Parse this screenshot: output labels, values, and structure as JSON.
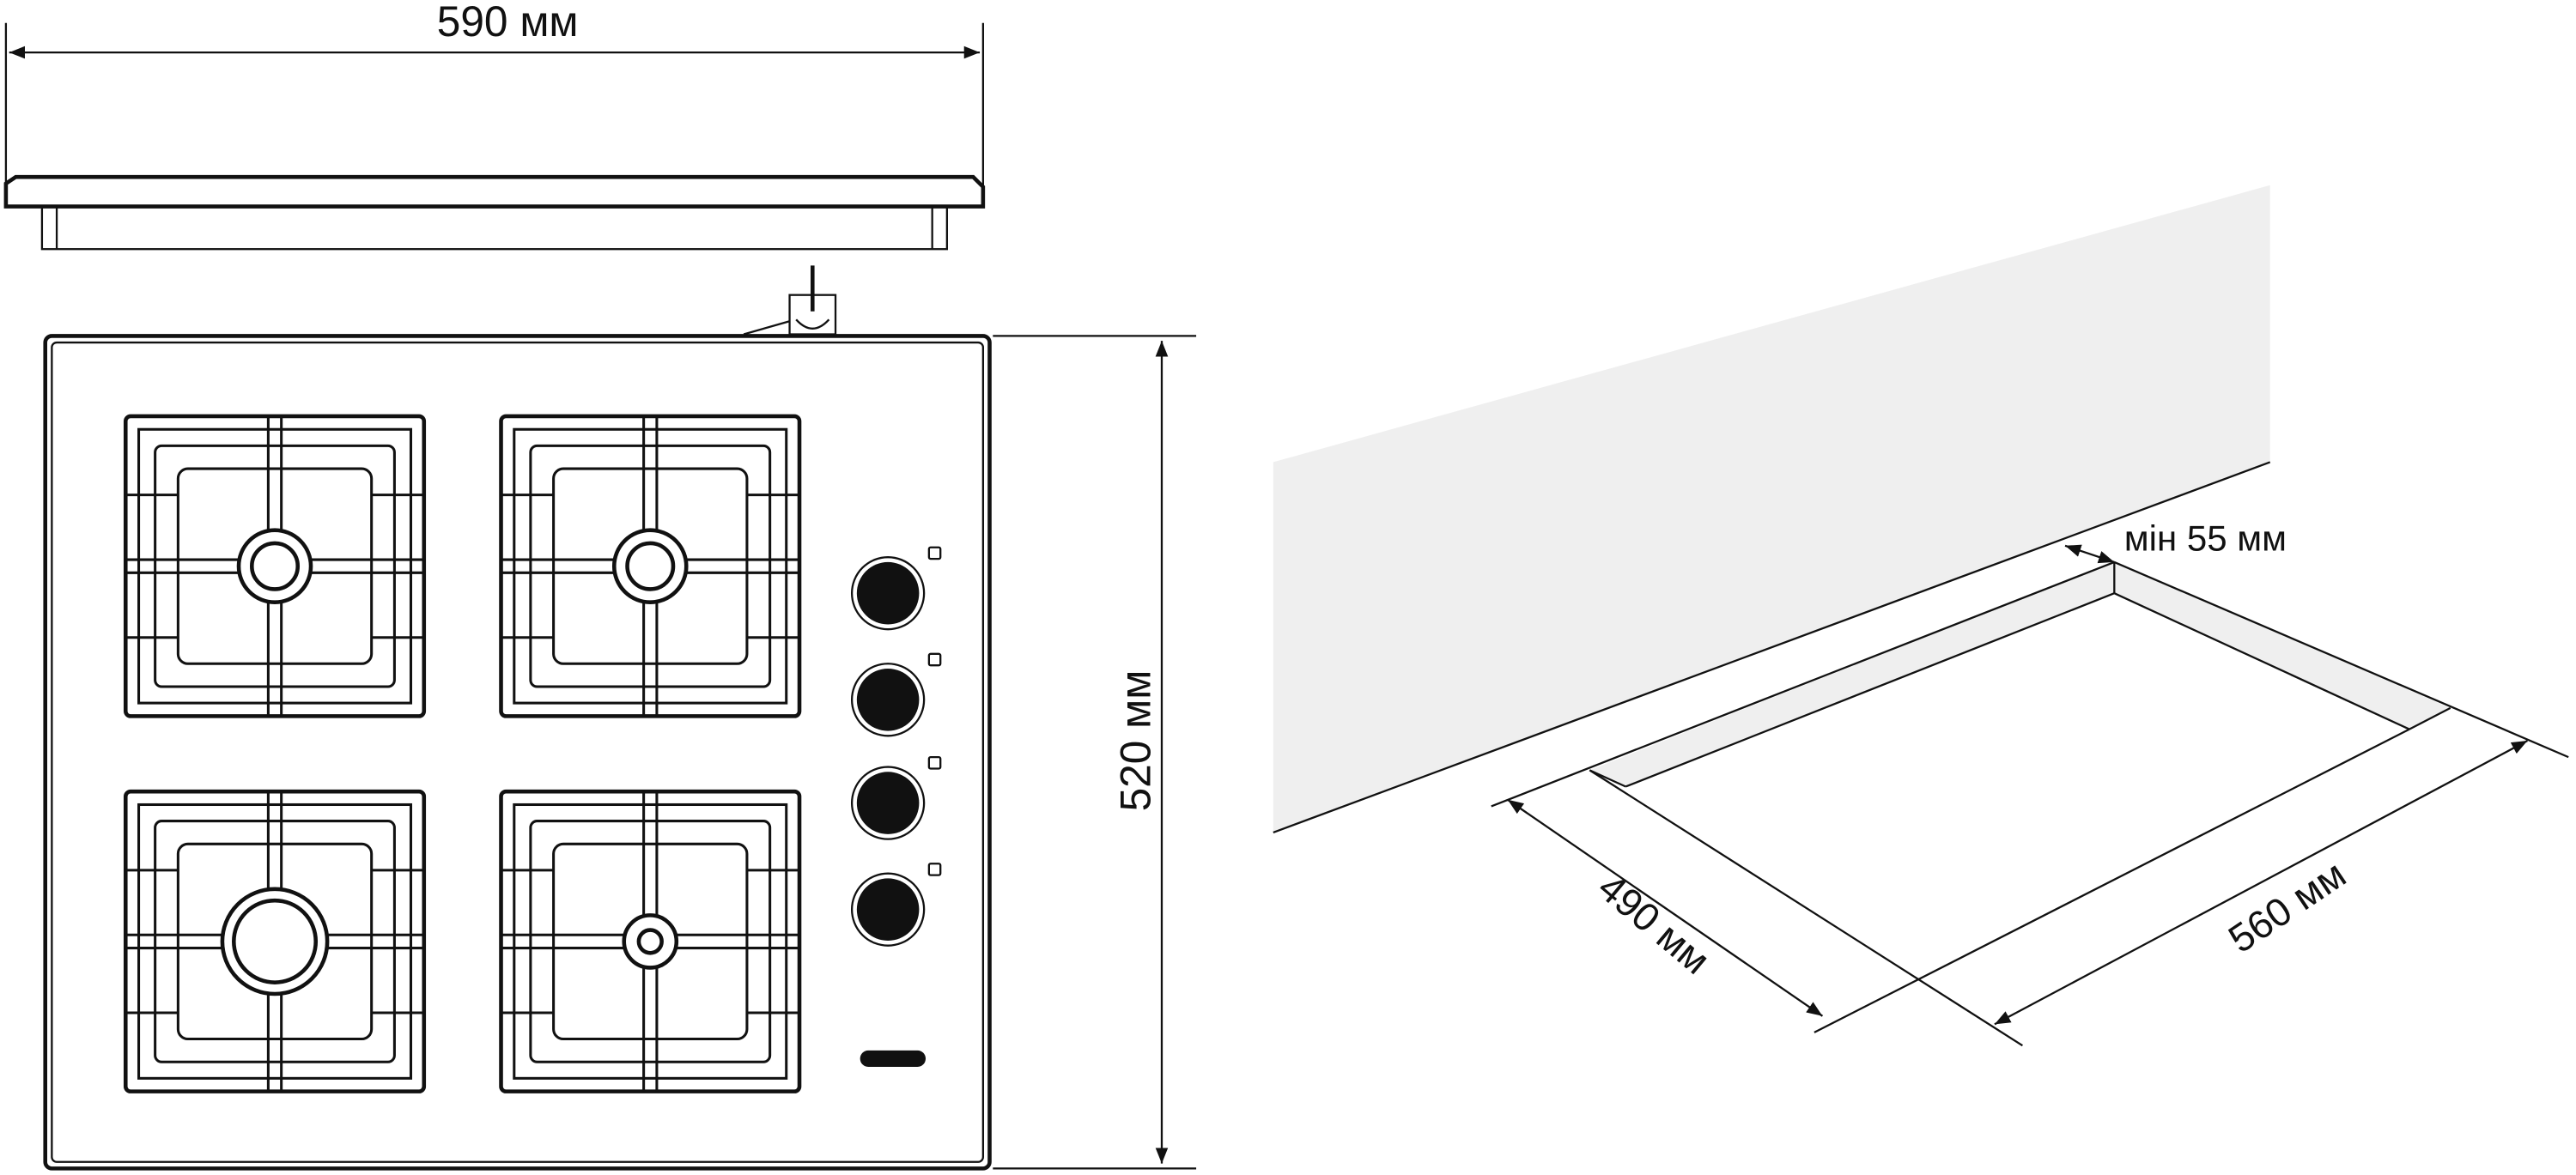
{
  "dimensions": {
    "width_label": "590 мм",
    "depth_label": "520 мм",
    "min_clearance_label": "мін 55 мм",
    "cutout_depth_label": "490 мм",
    "cutout_width_label": "560 мм"
  },
  "hob": {
    "burners": [
      "rear-left",
      "rear-right",
      "front-left",
      "front-right"
    ],
    "knob_count": 4
  },
  "colors": {
    "line": "#111111",
    "wall": "#efefef"
  }
}
